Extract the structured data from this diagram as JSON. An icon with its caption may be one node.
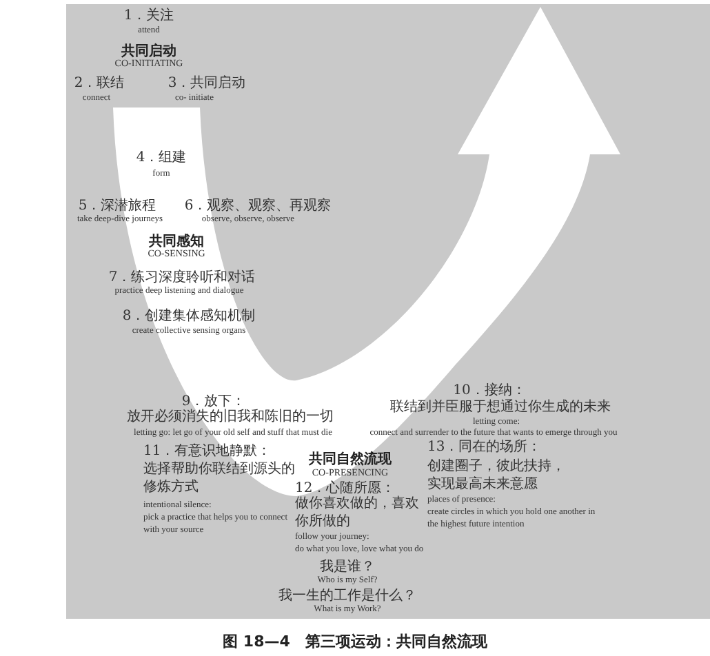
{
  "diagram": {
    "caption": "图 18—4　第三项运动：共同自然流现",
    "labels": [
      "1．关注",
      "attend",
      "共同启动",
      "CO-INITIATING",
      "2．联结",
      "connect",
      "3．共同启动",
      "co- initiate",
      "4．组建",
      "form",
      "5．深潜旅程",
      "take deep-dive journeys",
      "6．观察、观察、再观察",
      "observe, observe, observe",
      "共同感知",
      "CO-SENSING",
      "7．练习深度聆听和对话",
      "practice deep listening and dialogue",
      "8．创建集体感知机制",
      "create collective sensing organs",
      "9．放下：",
      "放开必须消失的旧我和陈旧的一切",
      "letting go: let go of your old self and stuff that must die",
      "10．接纳：",
      "联结到并臣服于想通过你生成的未来",
      "letting come:",
      "connect and surrender to the future that wants to emerge through you",
      "11．有意识地静默：",
      "选择帮助你联结到源头的修炼方式",
      "intentional silence:",
      "pick a practice that helps you to connect with your source",
      "共同自然流现",
      "CO-PRESENCING",
      "12．心随所愿：",
      "做你喜欢做的，喜欢你所做的",
      "follow your journey:",
      "do what you love, love what you do",
      "13．同在的场所：",
      "创建圈子，彼此扶持，实现最高未来意愿",
      "places of presence:",
      "create circles in which you hold one another in the highest future intention",
      "我是谁？",
      "Who is my Self?",
      "我一生的工作是什么？",
      "What is my Work?"
    ]
  }
}
